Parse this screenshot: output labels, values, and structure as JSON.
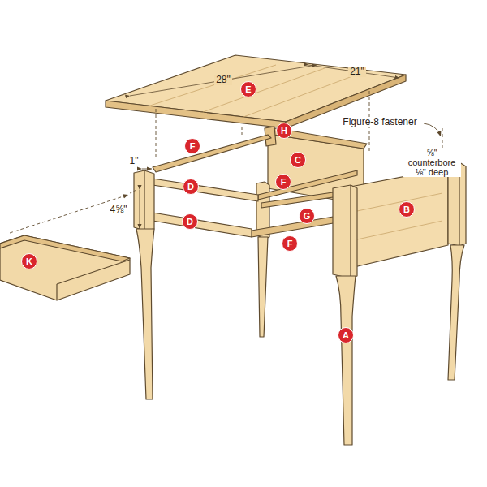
{
  "diagram": {
    "labels": [
      "28\"",
      "21\"",
      "E",
      "H",
      "F",
      "Figure-8 fastener",
      "C",
      "⅝\" counterbore ⅛\" deep",
      "1\"",
      "D",
      "F",
      "B",
      "4⅝\"",
      "D",
      "G",
      "F",
      "K",
      "A"
    ]
  }
}
